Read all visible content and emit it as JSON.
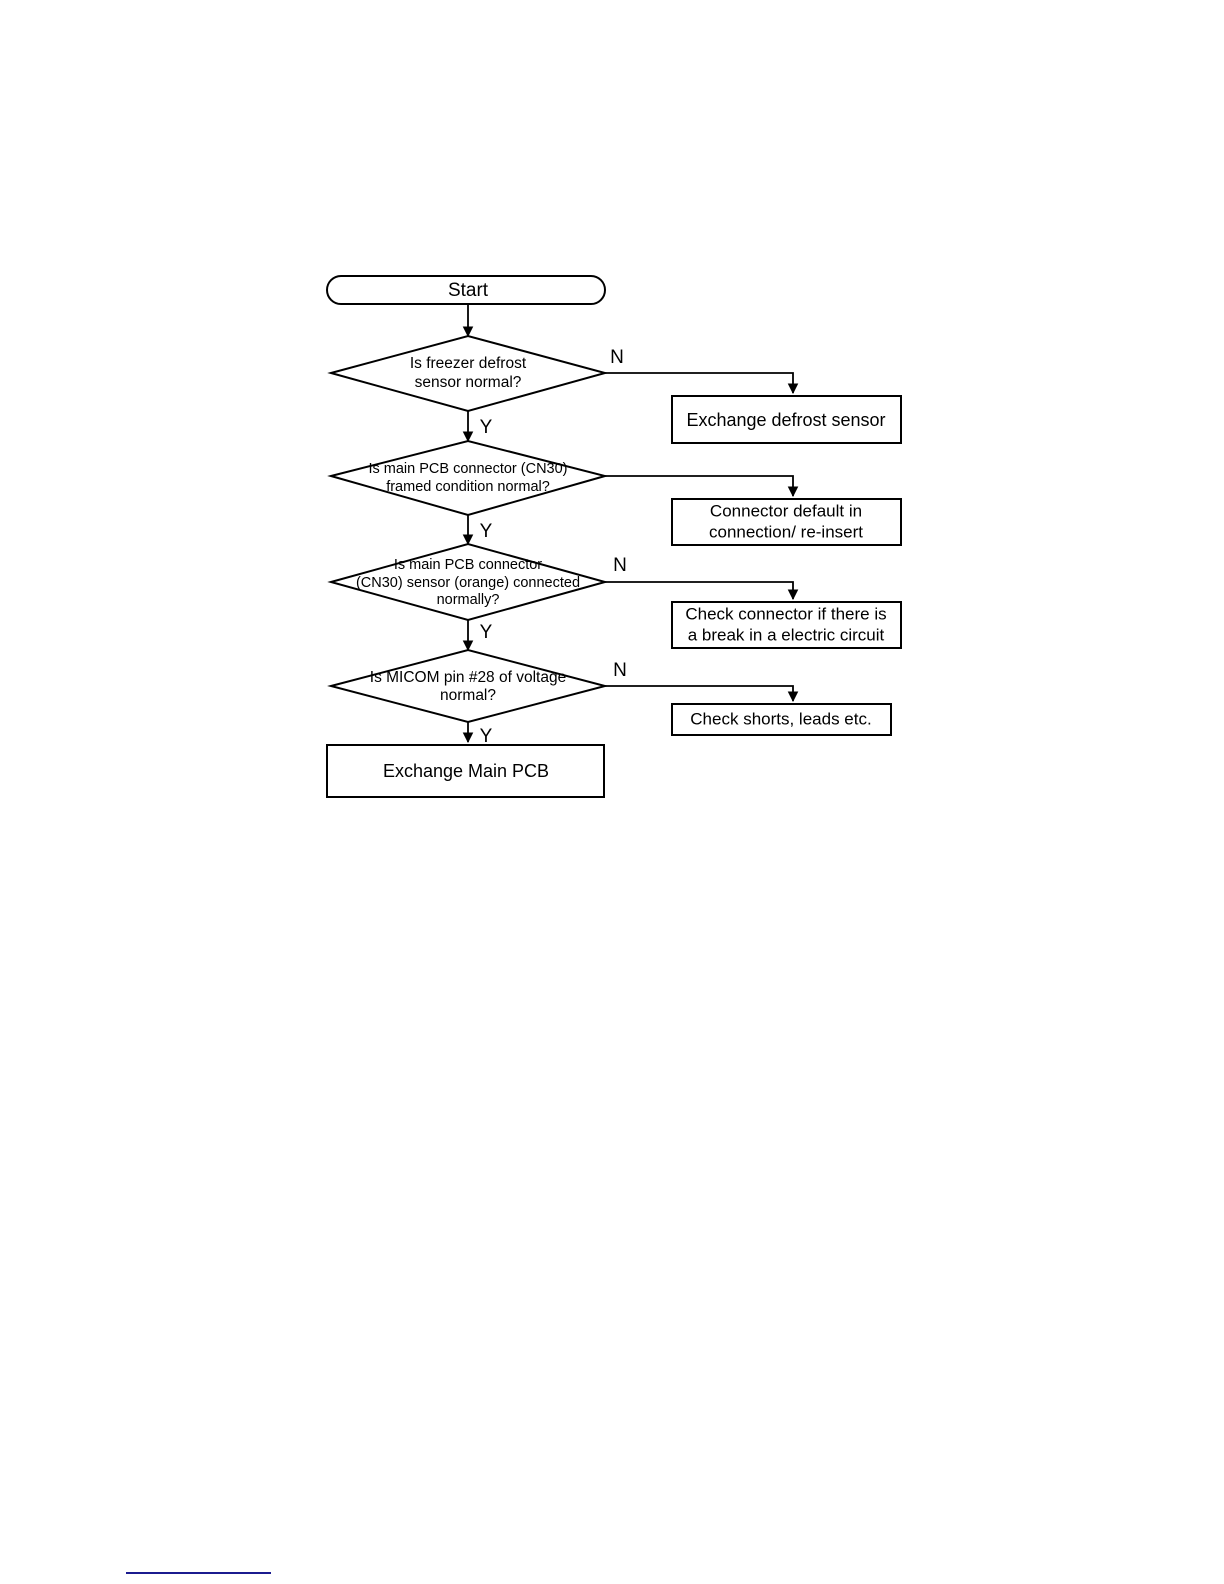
{
  "page": {
    "title": "Freezer defrost sensor troubleshooting flowchart",
    "background_color": "#ffffff",
    "footer_rule_color": "#1b1b8f"
  },
  "chart_data": {
    "type": "flowchart",
    "orientation": "top-to-bottom",
    "line_color": "#000000",
    "fill_color": "#ffffff"
  },
  "flow": {
    "start": {
      "label": "Start",
      "shape": "rounded-terminator"
    },
    "decisions": [
      {
        "id": "d1",
        "shape": "diamond",
        "line1": "Is freezer defrost",
        "line2": "sensor normal?",
        "line3": "",
        "yes_label": "Y",
        "no_label": "N"
      },
      {
        "id": "d2",
        "shape": "diamond",
        "line1": "Is main PCB connector (CN30)",
        "line2": "framed condition normal?",
        "line3": "",
        "yes_label": "Y",
        "no_label": ""
      },
      {
        "id": "d3",
        "shape": "diamond",
        "line1": "Is main PCB connector",
        "line2": "(CN30) sensor (orange) connected",
        "line3": "normally?",
        "yes_label": "Y",
        "no_label": "N"
      },
      {
        "id": "d4",
        "shape": "diamond",
        "line1": "Is MICOM pin #28 of voltage",
        "line2": "normal?",
        "line3": "",
        "yes_label": "Y",
        "no_label": "N"
      }
    ],
    "actions": [
      {
        "id": "a1",
        "shape": "rectangle",
        "line1": "Exchange defrost sensor",
        "line2": ""
      },
      {
        "id": "a2",
        "shape": "rectangle",
        "line1": "Connector default in",
        "line2": "connection/ re-insert"
      },
      {
        "id": "a3",
        "shape": "rectangle",
        "line1": "Check connector if there is",
        "line2": "a break in a electric circuit"
      },
      {
        "id": "a4",
        "shape": "rectangle",
        "line1": "Check shorts, leads etc.",
        "line2": ""
      }
    ],
    "terminal": {
      "id": "end",
      "shape": "rectangle",
      "label": "Exchange Main PCB"
    }
  }
}
